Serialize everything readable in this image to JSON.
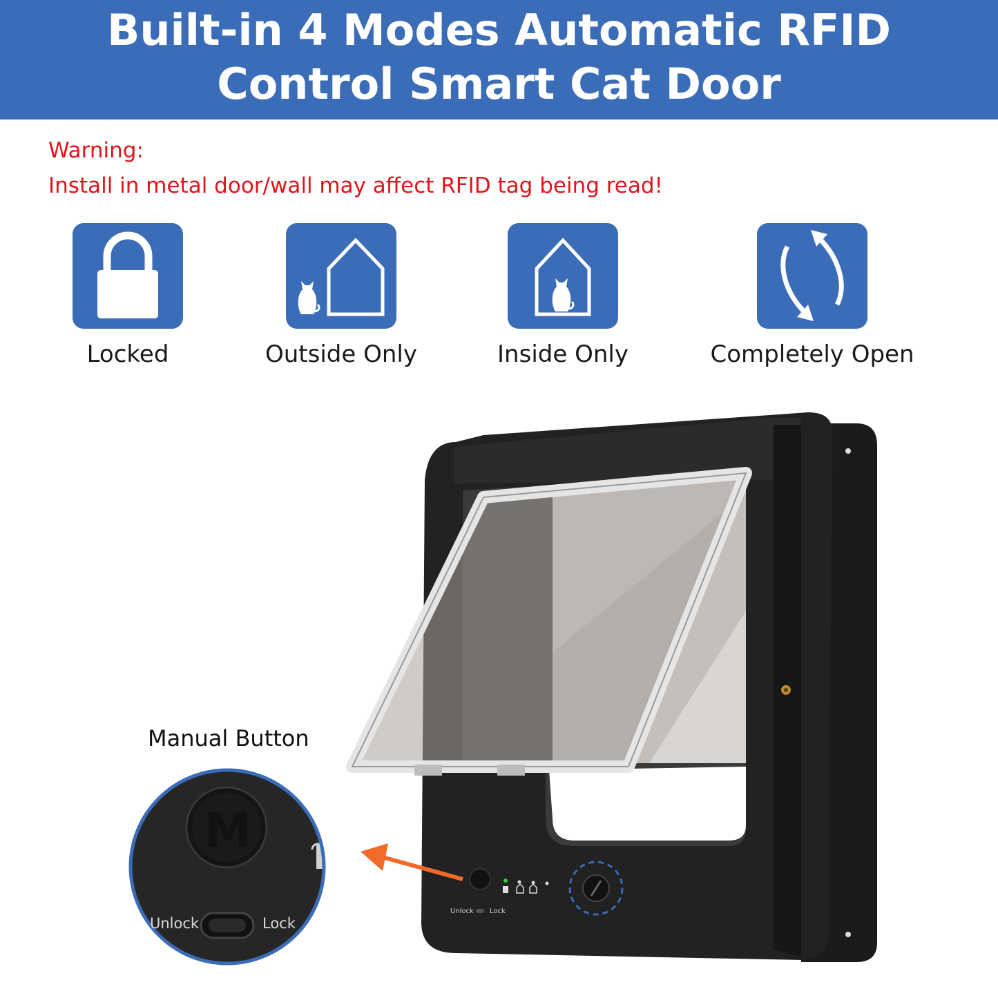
{
  "banner": {
    "title_line1": "Built-in 4 Modes Automatic RFID",
    "title_line2": "Control Smart Cat Door"
  },
  "warning": {
    "heading": "Warning:",
    "text": "Install in metal door/wall may affect RFID tag being read!"
  },
  "modes": [
    {
      "label": "Locked",
      "icon": "padlock-icon"
    },
    {
      "label": "Outside Only",
      "icon": "cat-outside-house-icon"
    },
    {
      "label": "Inside Only",
      "icon": "cat-inside-house-icon"
    },
    {
      "label": "Completely Open",
      "icon": "two-way-arrows-icon"
    }
  ],
  "device": {
    "manual_button_label": "Manual Button",
    "button_letter": "M",
    "unlock_label": "Unlock",
    "lock_label": "Lock"
  },
  "colors": {
    "brand_blue": "#3b6cb7",
    "warning_red": "#e0141a",
    "arrow_orange": "#f26a2a",
    "device_black": "#1f1f1f"
  }
}
